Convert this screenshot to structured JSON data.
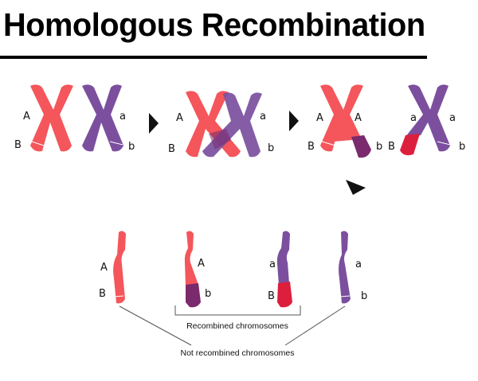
{
  "title": "Homologous Recombination",
  "colors": {
    "red": "#f4565b",
    "purple": "#7b4f9e",
    "dark_purple": "#7a2a6d",
    "crimson": "#dc1f3c"
  },
  "steps": {
    "pair_left_labels": [
      "A",
      "B"
    ],
    "pair_right_labels": [
      "a",
      "b"
    ],
    "crossover_left_labels": [
      "A",
      "B"
    ],
    "crossover_right_labels": [
      "a",
      "b"
    ],
    "swapped_red_labels": [
      "A",
      "A",
      "B",
      "b"
    ],
    "swapped_purple_labels": [
      "a",
      "a",
      "B",
      "b"
    ]
  },
  "results": [
    {
      "top": "A",
      "bottom": "B"
    },
    {
      "top": "A",
      "bottom": "b"
    },
    {
      "top": "a",
      "bottom": "B"
    },
    {
      "top": "a",
      "bottom": "b"
    }
  ],
  "captions": {
    "recombined": "Recombined chromosomes",
    "not_recombined": "Not recombined chromosomes"
  }
}
